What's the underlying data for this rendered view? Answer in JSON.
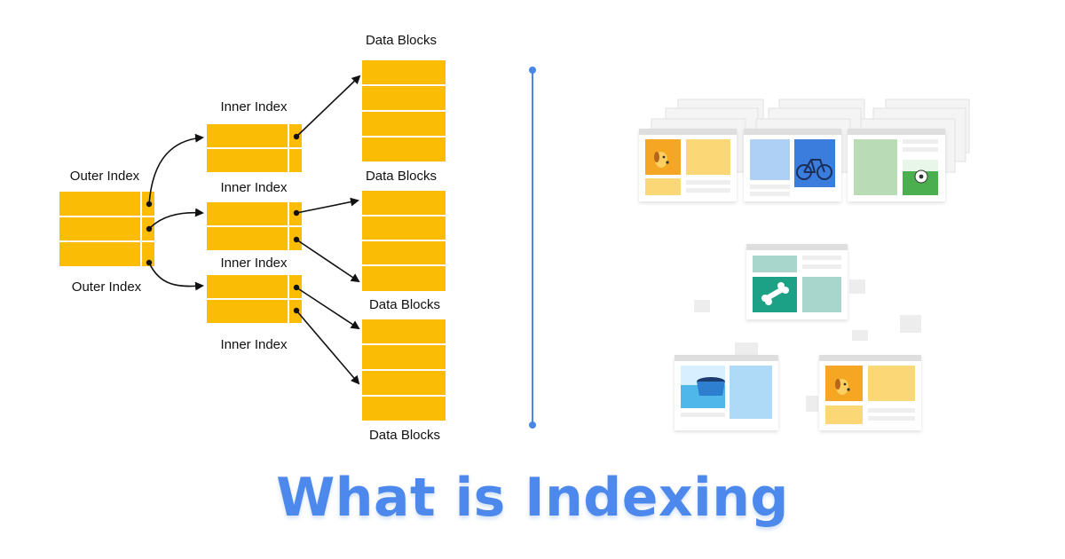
{
  "diagram": {
    "labels": {
      "outer_index_top": "Outer Index",
      "outer_index_bottom": "Outer Index",
      "inner_index_1": "Inner Index",
      "inner_index_2": "Inner Index",
      "inner_index_3": "Inner Index",
      "inner_index_4": "Inner Index",
      "data_blocks_1": "Data Blocks",
      "data_blocks_2": "Data Blocks",
      "data_blocks_3": "Data Blocks",
      "data_blocks_4": "Data Blocks"
    },
    "colors": {
      "block": "#fbbc06",
      "divider": "#4a86e8",
      "title": "#4d89ec"
    }
  },
  "illustration": {
    "icons": [
      "dog-icon",
      "bicycle-icon",
      "soccer-ball-icon",
      "bone-icon",
      "bowl-icon",
      "dog-icon"
    ]
  },
  "title": "What is Indexing"
}
